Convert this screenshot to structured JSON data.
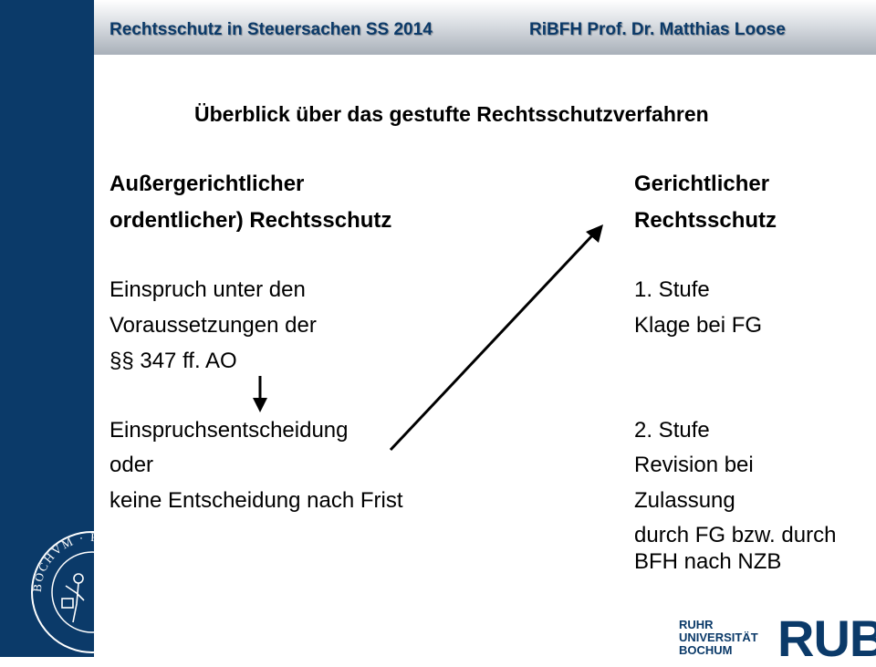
{
  "header": {
    "left": "Rechtsschutz in Steuersachen SS 2014",
    "right": "RiBFH Prof. Dr. Matthias Loose"
  },
  "title": "Überblick über das gestufte Rechtsschutzverfahren",
  "left_column": {
    "heading": [
      "Außergerichtlicher",
      "ordentlicher) Rechtsschutz"
    ],
    "lines": [
      "Einspruch unter den",
      "Voraussetzungen der",
      "§§ 347 ff. AO",
      "Einspruchsentscheidung",
      "oder",
      "keine Entscheidung nach Frist"
    ]
  },
  "right_column": {
    "heading": [
      "Gerichtlicher",
      "Rechtsschutz"
    ],
    "lines": [
      "1. Stufe",
      "Klage bei FG",
      "2. Stufe",
      "Revision bei",
      "Zulassung",
      "durch FG bzw. durch",
      "BFH nach NZB"
    ]
  },
  "seal": {
    "text": "BOCHVM · RVHR · VNIVERSITAT"
  },
  "logo": {
    "small": [
      "RUHR",
      "UNIVERSITÄT",
      "BOCHUM"
    ],
    "large": "RUB"
  },
  "colors": {
    "brand_blue": "#0b3a69"
  }
}
